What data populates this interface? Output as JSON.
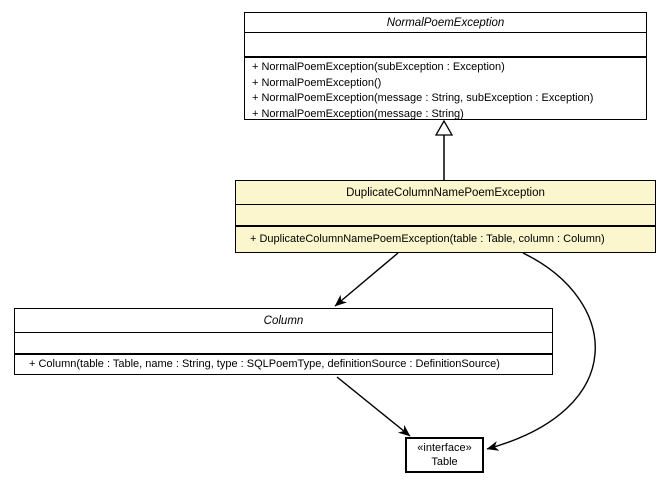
{
  "diagram": {
    "type": "uml-class-diagram",
    "colors": {
      "background": "#FFFFFF",
      "line": "#000000",
      "class_fill": "#FFFFFF",
      "highlight_fill": "#FBF6CD"
    },
    "classes": {
      "normalPoemException": {
        "name": "NormalPoemException",
        "abstract": true,
        "methods": [
          "+ NormalPoemException(subException : Exception)",
          "+ NormalPoemException()",
          "+ NormalPoemException(message : String, subException : Exception)",
          "+ NormalPoemException(message : String)"
        ]
      },
      "duplicateColumnNamePoemException": {
        "name": "DuplicateColumnNamePoemException",
        "abstract": false,
        "highlighted": true,
        "methods": [
          "+ DuplicateColumnNamePoemException(table : Table, column : Column)"
        ]
      },
      "column": {
        "name": "Column",
        "abstract": true,
        "methods": [
          "+ Column(table : Table, name : String, type : SQLPoemType, definitionSource : DefinitionSource)"
        ]
      },
      "table": {
        "stereotype": "«interface»",
        "name": "Table"
      }
    },
    "relations": [
      {
        "type": "generalization",
        "from": "DuplicateColumnNamePoemException",
        "to": "NormalPoemException"
      },
      {
        "type": "association",
        "from": "DuplicateColumnNamePoemException",
        "to": "Column"
      },
      {
        "type": "association",
        "from": "DuplicateColumnNamePoemException",
        "to": "Table"
      },
      {
        "type": "association",
        "from": "Column",
        "to": "Table"
      }
    ]
  }
}
